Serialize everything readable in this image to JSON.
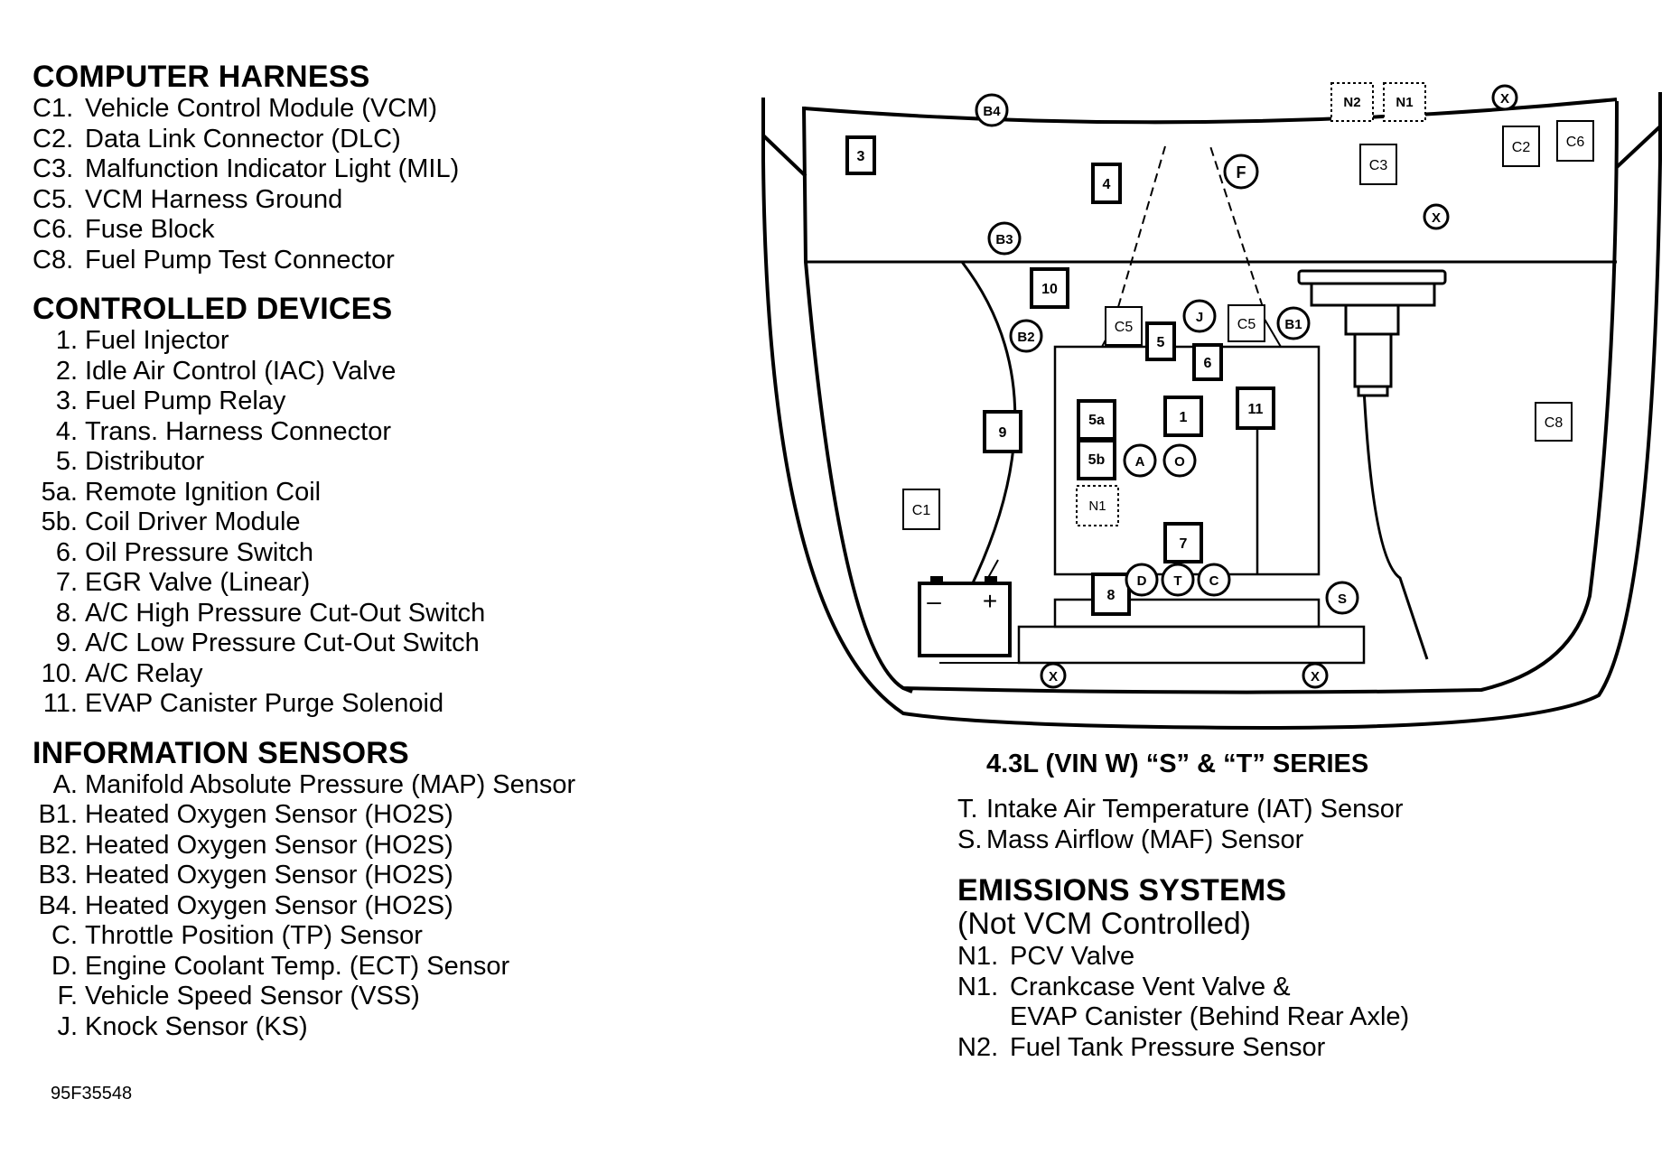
{
  "computer_harness": {
    "title": "COMPUTER HARNESS",
    "items": [
      {
        "key": "C1.",
        "label": "Vehicle Control Module (VCM)"
      },
      {
        "key": "C2.",
        "label": "Data Link Connector (DLC)"
      },
      {
        "key": "C3.",
        "label": "Malfunction Indicator Light (MIL)"
      },
      {
        "key": "C5.",
        "label": "VCM Harness Ground"
      },
      {
        "key": "C6.",
        "label": "Fuse Block"
      },
      {
        "key": "C8.",
        "label": "Fuel Pump Test Connector"
      }
    ]
  },
  "controlled_devices": {
    "title": "CONTROLLED DEVICES",
    "items": [
      {
        "key": "1.",
        "label": "Fuel Injector"
      },
      {
        "key": "2.",
        "label": "Idle Air Control (IAC) Valve"
      },
      {
        "key": "3.",
        "label": "Fuel Pump Relay"
      },
      {
        "key": "4.",
        "label": "Trans. Harness Connector"
      },
      {
        "key": "5.",
        "label": "Distributor"
      },
      {
        "key": "5a.",
        "label": "Remote Ignition Coil"
      },
      {
        "key": "5b.",
        "label": "Coil Driver Module"
      },
      {
        "key": "6.",
        "label": "Oil Pressure Switch"
      },
      {
        "key": "7.",
        "label": "EGR Valve (Linear)"
      },
      {
        "key": "8.",
        "label": "A/C High Pressure Cut-Out Switch"
      },
      {
        "key": "9.",
        "label": "A/C Low Pressure Cut-Out Switch"
      },
      {
        "key": "10.",
        "label": "A/C Relay"
      },
      {
        "key": "11.",
        "label": "EVAP Canister Purge Solenoid"
      }
    ]
  },
  "information_sensors": {
    "title": "INFORMATION SENSORS",
    "items": [
      {
        "key": "A.",
        "label": "Manifold Absolute Pressure (MAP) Sensor"
      },
      {
        "key": "B1.",
        "label": "Heated Oxygen Sensor (HO2S)"
      },
      {
        "key": "B2.",
        "label": "Heated Oxygen Sensor (HO2S)"
      },
      {
        "key": "B3.",
        "label": "Heated Oxygen Sensor (HO2S)"
      },
      {
        "key": "B4.",
        "label": "Heated Oxygen Sensor (HO2S)"
      },
      {
        "key": "C.",
        "label": "Throttle Position (TP) Sensor"
      },
      {
        "key": "D.",
        "label": "Engine Coolant Temp. (ECT) Sensor"
      },
      {
        "key": "F.",
        "label": "Vehicle Speed Sensor (VSS)"
      },
      {
        "key": "J.",
        "label": "Knock Sensor (KS)"
      }
    ],
    "more_items": [
      {
        "key": "T.",
        "label": "Intake Air Temperature (IAT) Sensor"
      },
      {
        "key": "S.",
        "label": "Mass Airflow (MAF) Sensor"
      }
    ]
  },
  "emissions_systems": {
    "title": "EMISSIONS SYSTEMS",
    "subtitle": "(Not VCM Controlled)",
    "items": [
      {
        "key": "N1.",
        "label": "PCV Valve"
      },
      {
        "key": "N1.",
        "label": "Crankcase Vent Valve &"
      },
      {
        "key": "",
        "label": "EVAP Canister (Behind Rear Axle)"
      },
      {
        "key": "N2.",
        "label": "Fuel Tank Pressure Sensor"
      }
    ]
  },
  "figure_code": "95F35548",
  "diagram": {
    "caption": "4.3L (VIN W) “S” & “T” SERIES",
    "box_labels": [
      "3",
      "4",
      "10",
      "5",
      "6",
      "1",
      "11",
      "9",
      "5a",
      "5b",
      "7",
      "8",
      "C5",
      "C5",
      "C3",
      "C2",
      "C6",
      "C8",
      "C1"
    ],
    "dotted_labels": [
      "N2",
      "N1",
      "N1"
    ],
    "circle_labels": [
      "B4",
      "F",
      "B3",
      "B2",
      "J",
      "B1",
      "A",
      "O",
      "D",
      "T",
      "C",
      "S",
      "X",
      "X",
      "X",
      "X"
    ],
    "battery_symbols": [
      "–",
      "+"
    ]
  }
}
